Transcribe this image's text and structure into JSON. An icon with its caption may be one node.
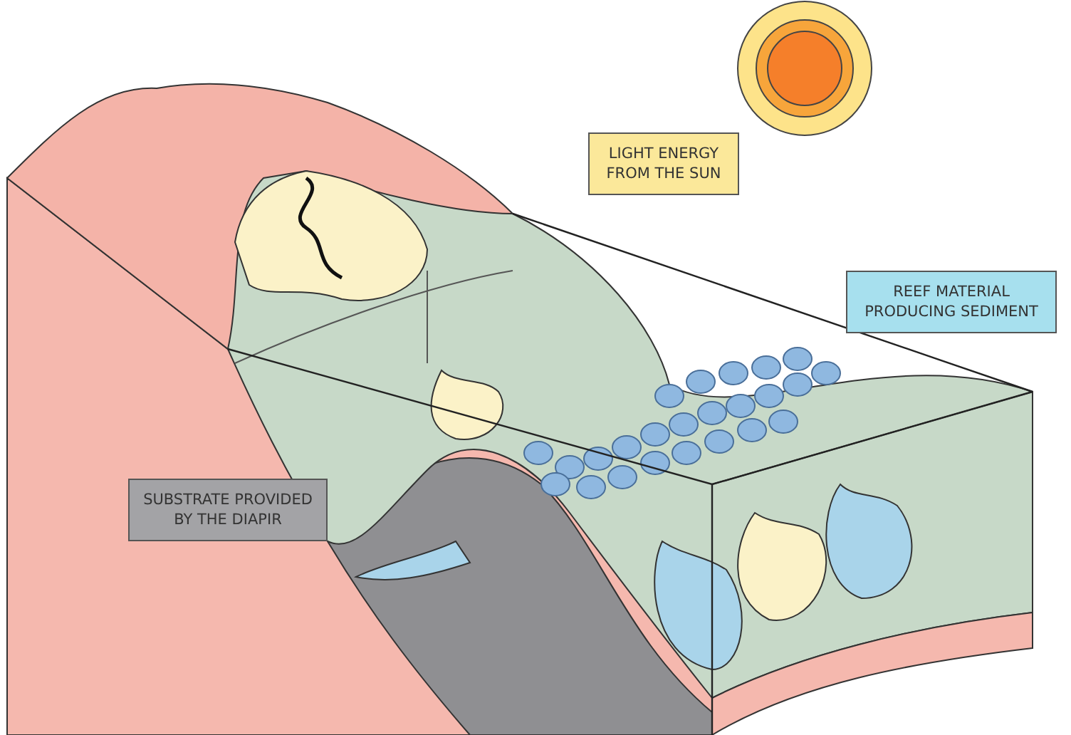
{
  "diagram": {
    "nodes": [
      {
        "text": [
          "LIGHT ENERGY FROM THE SUN"
        ]
      },
      {
        "text": [
          "REEF MATERIAL PRODUCING SEDIMENT"
        ]
      },
      {
        "text": [
          "SUBSTRATE PROVIDED BY THE DIAPIR"
        ]
      }
    ]
  }
}
